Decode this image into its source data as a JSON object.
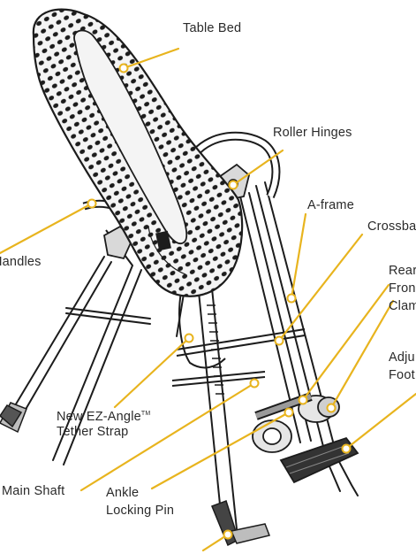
{
  "colors": {
    "callout": "#E8B41E",
    "ink": "#1c1c1c",
    "text": "#2a2a2a"
  },
  "labels": {
    "table_bed": "Table Bed",
    "roller_hinges": "Roller Hinges",
    "a_frame": "A-frame",
    "crossbar": "Crossba",
    "handles": "Handles",
    "rear_l1": "Rear",
    "rear_l2": "Fron",
    "rear_l3": "Clam",
    "adjust_l1": "Adju",
    "adjust_l2": "Foot",
    "tether_l1": "New EZ-Angle",
    "tether_tm": "TM",
    "tether_l2": "Tether Strap",
    "main_shaft": "Main Shaft",
    "ankle_l1": "Ankle",
    "ankle_l2": "Locking Pin"
  }
}
